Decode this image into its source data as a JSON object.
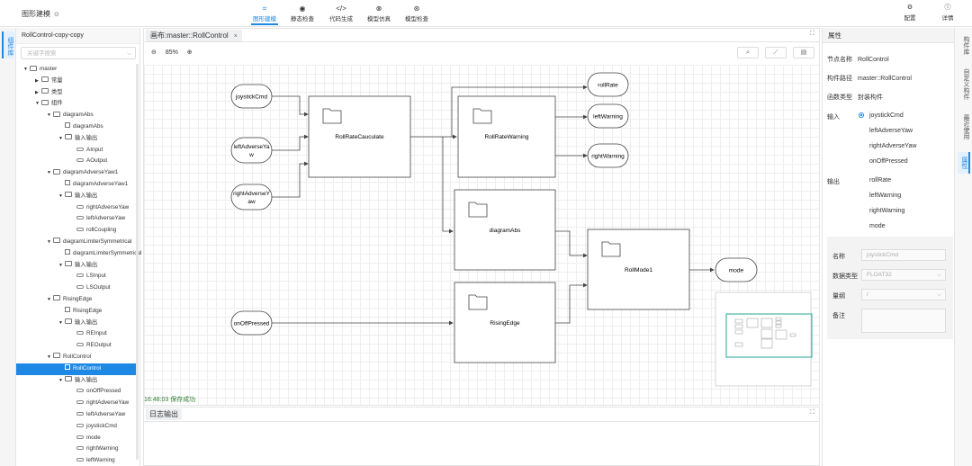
{
  "app": {
    "title": "图形建模",
    "title_icon": "⊙"
  },
  "nav": [
    {
      "label": "图形建模",
      "icon": "⌗",
      "active": true
    },
    {
      "label": "静态检查",
      "icon": "◉"
    },
    {
      "label": "代码生成",
      "icon": "</>"
    },
    {
      "label": "模型仿真",
      "icon": "⊗"
    },
    {
      "label": "模型检查",
      "icon": "⊛"
    }
  ],
  "top_right": [
    {
      "label": "配置",
      "icon": "⚙"
    },
    {
      "label": "详情",
      "icon": "ⓘ"
    }
  ],
  "left_strip": {
    "tab": "组件库"
  },
  "tree": {
    "header": "RollControl-copy-copy",
    "search_placeholder": "关键字搜索",
    "nodes": [
      {
        "label": "master",
        "type": "folder",
        "depth": 0,
        "expanded": true
      },
      {
        "label": "常量",
        "type": "folder",
        "depth": 1,
        "expanded": false
      },
      {
        "label": "类型",
        "type": "folder",
        "depth": 1,
        "expanded": false
      },
      {
        "label": "组件",
        "type": "folder",
        "depth": 1,
        "expanded": true
      },
      {
        "label": "diagramAbs",
        "type": "folder",
        "depth": 2,
        "expanded": true
      },
      {
        "label": "diagramAbs",
        "type": "file",
        "depth": 3
      },
      {
        "label": "输入输出",
        "type": "folder",
        "depth": 3,
        "expanded": true
      },
      {
        "label": "AInput",
        "type": "port",
        "depth": 4
      },
      {
        "label": "AOutput",
        "type": "port",
        "depth": 4
      },
      {
        "label": "diagramAdverseYaw1",
        "type": "folder",
        "depth": 2,
        "expanded": true
      },
      {
        "label": "diagramAdverseYaw1",
        "type": "file",
        "depth": 3
      },
      {
        "label": "输入输出",
        "type": "folder",
        "depth": 3,
        "expanded": true
      },
      {
        "label": "rightAdverseYaw",
        "type": "port",
        "depth": 4
      },
      {
        "label": "leftAdverseYaw",
        "type": "port",
        "depth": 4
      },
      {
        "label": "rollCoupling",
        "type": "port",
        "depth": 4
      },
      {
        "label": "diagramLimiterSymmetrical",
        "type": "folder",
        "depth": 2,
        "expanded": true
      },
      {
        "label": "diagramLimiterSymmetrical",
        "type": "file",
        "depth": 3
      },
      {
        "label": "输入输出",
        "type": "folder",
        "depth": 3,
        "expanded": true
      },
      {
        "label": "LSInput",
        "type": "port",
        "depth": 4
      },
      {
        "label": "LSOutput",
        "type": "port",
        "depth": 4
      },
      {
        "label": "RisingEdge",
        "type": "folder",
        "depth": 2,
        "expanded": true
      },
      {
        "label": "RisingEdge",
        "type": "file",
        "depth": 3
      },
      {
        "label": "输入输出",
        "type": "folder",
        "depth": 3,
        "expanded": true
      },
      {
        "label": "REInput",
        "type": "port",
        "depth": 4
      },
      {
        "label": "REOutput",
        "type": "port",
        "depth": 4
      },
      {
        "label": "RollControl",
        "type": "folder",
        "depth": 2,
        "expanded": true
      },
      {
        "label": "RollControl",
        "type": "file",
        "depth": 3,
        "selected": true
      },
      {
        "label": "输入输出",
        "type": "folder",
        "depth": 3,
        "expanded": true
      },
      {
        "label": "onOffPressed",
        "type": "port",
        "depth": 4
      },
      {
        "label": "rightAdverseYaw",
        "type": "port",
        "depth": 4
      },
      {
        "label": "leftAdverseYaw",
        "type": "port",
        "depth": 4
      },
      {
        "label": "joystickCmd",
        "type": "port",
        "depth": 4
      },
      {
        "label": "mode",
        "type": "port",
        "depth": 4
      },
      {
        "label": "rightWarning",
        "type": "port",
        "depth": 4
      },
      {
        "label": "leftWarning",
        "type": "port",
        "depth": 4
      }
    ]
  },
  "canvas": {
    "tab_label": "画布:master::RollControl",
    "close_icon": "×",
    "zoom_out_icon": "⊖",
    "zoom_level": "85%",
    "zoom_in_icon": "⊕",
    "expand_icon": "⛶",
    "tools": [
      "⌕",
      "⟋",
      "▤"
    ],
    "inputs": [
      "joystickCmd",
      "leftAdverseYaw",
      "rightAdverseYaw",
      "onOffPressed"
    ],
    "outputs": [
      "rollRate",
      "leftWarning",
      "rightWarning",
      "mode"
    ],
    "blocks": [
      "RollRateCauculate",
      "RollRateWarning",
      "diagramAbs",
      "RisingEdge",
      "RollMode1"
    ]
  },
  "status": {
    "message": "16:48:03 保存成功"
  },
  "log": {
    "tab_label": "日志输出",
    "expand_icon": "⛶"
  },
  "properties": {
    "header": "属性",
    "node_name_label": "节点名称",
    "node_name": "RollControl",
    "path_label": "构件路径",
    "path": "master::RollControl",
    "func_type_label": "函数类型",
    "func_type": "封装构件",
    "inputs_label": "输入",
    "inputs": [
      {
        "label": "joystickCmd",
        "selected": true
      },
      {
        "label": "leftAdverseYaw"
      },
      {
        "label": "rightAdverseYaw"
      },
      {
        "label": "onOffPressed"
      }
    ],
    "outputs_label": "输出",
    "outputs": [
      {
        "label": "rollRate"
      },
      {
        "label": "leftWarning"
      },
      {
        "label": "rightWarning"
      },
      {
        "label": "mode"
      }
    ],
    "form": {
      "name_label": "名称",
      "name_value": "joystickCmd",
      "datatype_label": "数据类型",
      "datatype_value": "FLOAT32",
      "unit_label": "量纲",
      "unit_value": "/",
      "note_label": "备注",
      "note_value": ""
    }
  },
  "right_strip": {
    "tabs": [
      {
        "label": "构件库"
      },
      {
        "label": "自定义构件"
      },
      {
        "label": "最近使用"
      },
      {
        "label": "属性",
        "active": true
      }
    ]
  }
}
